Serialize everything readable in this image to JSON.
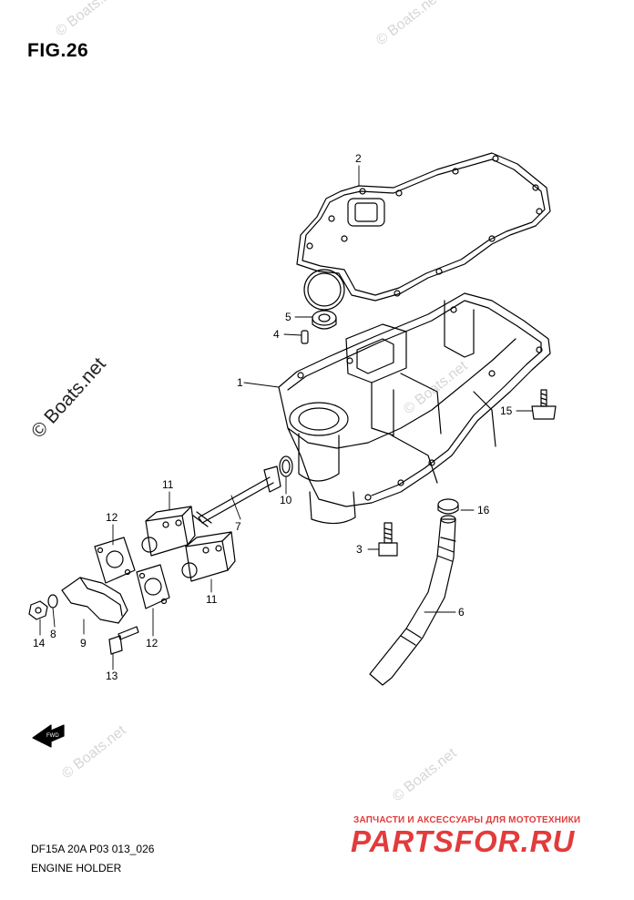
{
  "figure": {
    "title": "FIG.26"
  },
  "watermarks": {
    "main": "© Boats.net",
    "light": "© Boats.net"
  },
  "footer": {
    "code": "DF15A 20A P03 013_026",
    "name": "ENGINE HOLDER"
  },
  "brand": {
    "tagline": "ЗАПЧАСТИ И АКСЕССУАРЫ ДЛЯ МОТОТЕХНИКИ",
    "logo": "PARTSFOR.RU",
    "color": "#e23b3b"
  },
  "fwd_icon": {
    "label": "FWD"
  },
  "callouts": [
    "1",
    "2",
    "3",
    "4",
    "5",
    "6",
    "7",
    "8",
    "9",
    "10",
    "11",
    "11",
    "12",
    "12",
    "13",
    "14",
    "15",
    "16"
  ]
}
